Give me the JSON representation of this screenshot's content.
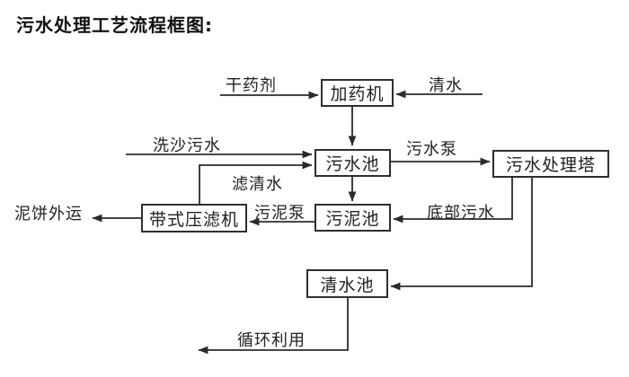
{
  "page": {
    "title": "污水处理工艺流程框图:"
  },
  "diagram": {
    "type": "flowchart",
    "nodes": {
      "dosing_machine": "加药机",
      "sewage_pool": "污水池",
      "treatment_tower": "污水处理塔",
      "sludge_pool": "污泥池",
      "belt_filter_press": "带式压滤机",
      "clear_water_pool": "清水池"
    },
    "flow_labels": {
      "dry_agent": "干药剂",
      "clean_water": "清水",
      "sand_wash_sewage": "洗沙污水",
      "sewage_pump": "污水泵",
      "filtered_water": "滤清水",
      "bottom_sewage": "底部污水",
      "sludge_pump": "污泥泵",
      "mud_cake_transport": "泥饼外运",
      "recycle_use": "循环利用"
    },
    "edges": [
      {
        "from": "dry_agent_input",
        "to": "dosing_machine",
        "label": "干药剂"
      },
      {
        "from": "clean_water_input",
        "to": "dosing_machine",
        "label": "清水"
      },
      {
        "from": "dosing_machine",
        "to": "sewage_pool",
        "label": ""
      },
      {
        "from": "sand_wash_input",
        "to": "sewage_pool",
        "label": "洗沙污水"
      },
      {
        "from": "belt_filter_press",
        "to": "sewage_pool",
        "label": "滤清水"
      },
      {
        "from": "sewage_pool",
        "to": "treatment_tower",
        "label": "污水泵"
      },
      {
        "from": "sewage_pool",
        "to": "sludge_pool",
        "label": ""
      },
      {
        "from": "treatment_tower",
        "to": "sludge_pool",
        "label": "底部污水"
      },
      {
        "from": "sludge_pool",
        "to": "belt_filter_press",
        "label": "污泥泵"
      },
      {
        "from": "belt_filter_press",
        "to": "mud_cake_out",
        "label": "泥饼外运"
      },
      {
        "from": "treatment_tower",
        "to": "clear_water_pool",
        "label": ""
      },
      {
        "from": "clear_water_pool",
        "to": "recycle_out",
        "label": "循环利用"
      }
    ],
    "line_color": "#2b2b2b",
    "background_color": "#ffffff"
  }
}
